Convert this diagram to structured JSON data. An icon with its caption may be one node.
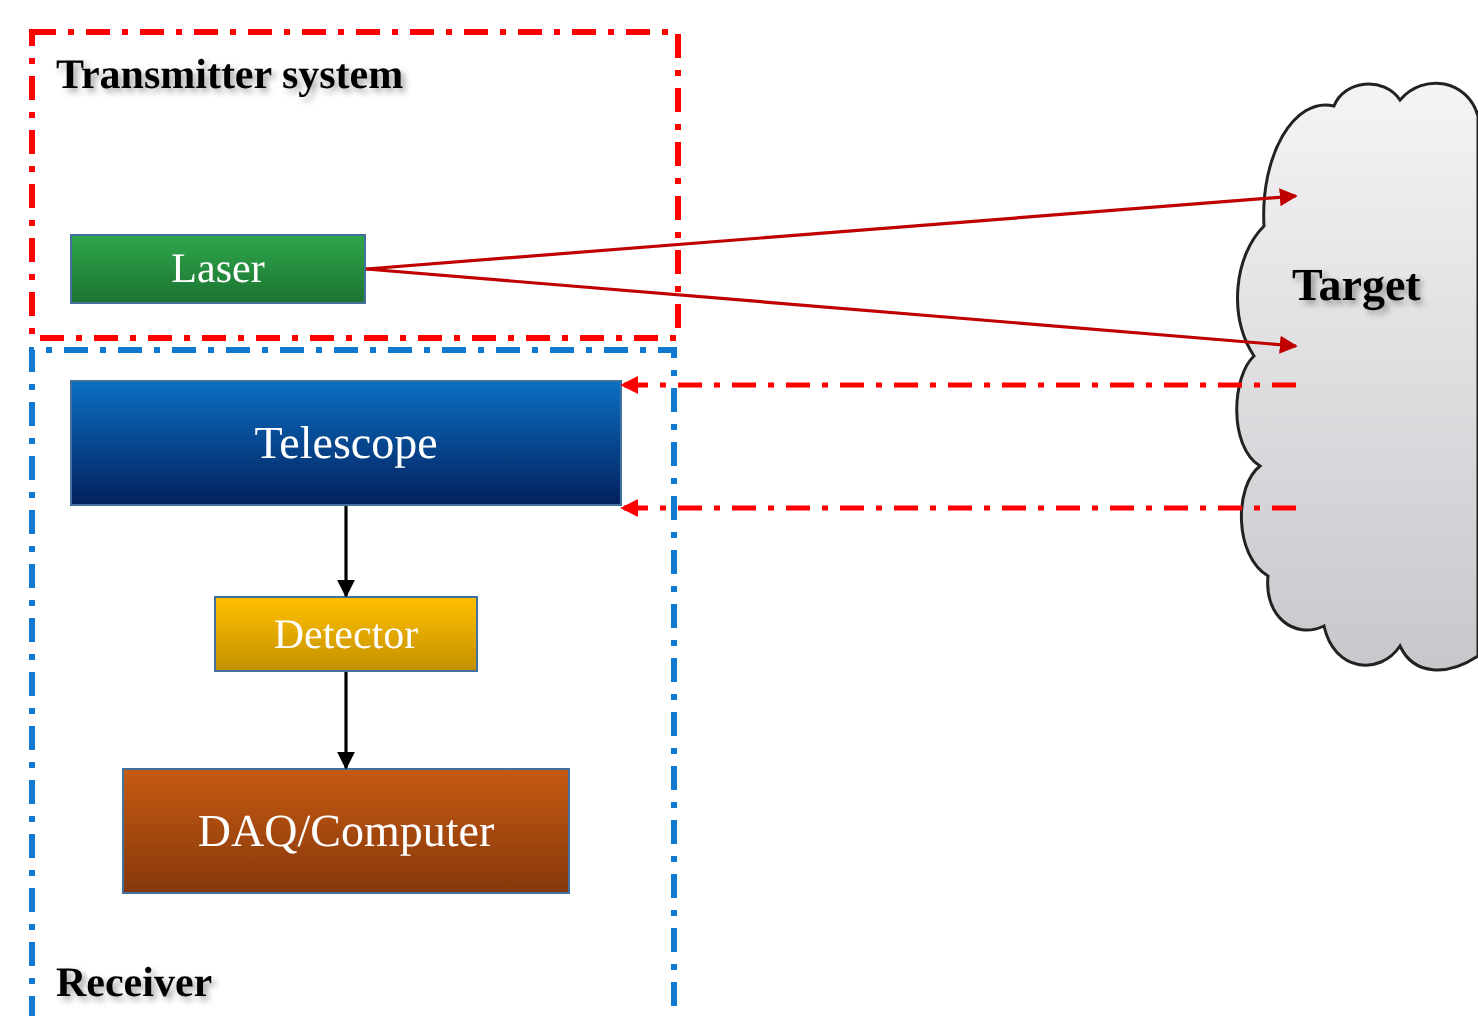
{
  "diagram": {
    "nodes": [
      {
        "text": [
          "Transmitter system"
        ]
      },
      {
        "text": [
          "Laser"
        ],
        "in": 0
      },
      {
        "text": [
          "Receiver"
        ]
      },
      {
        "text": [
          "Telescope"
        ],
        "in": 2
      },
      {
        "text": [
          "Detector"
        ],
        "in": 2
      },
      {
        "text": [
          "DAQ/Computer"
        ],
        "in": 2
      },
      {
        "text": [
          "Target"
        ]
      }
    ],
    "edges": [
      {
        "from": 1,
        "to": 6,
        "arrow": "to",
        "color": "#c00000"
      },
      {
        "from": 1,
        "to": 6,
        "arrow": "to",
        "color": "#c00000"
      },
      {
        "from": 6,
        "to": 3,
        "arrow": "to",
        "style": "dashed",
        "color": "#ff0000"
      },
      {
        "from": 6,
        "to": 3,
        "arrow": "to",
        "style": "dashed",
        "color": "#ff0000"
      },
      {
        "from": 3,
        "to": 4,
        "arrow": "to",
        "color": "#000000"
      },
      {
        "from": 4,
        "to": 5,
        "arrow": "to",
        "color": "#000000"
      }
    ]
  }
}
